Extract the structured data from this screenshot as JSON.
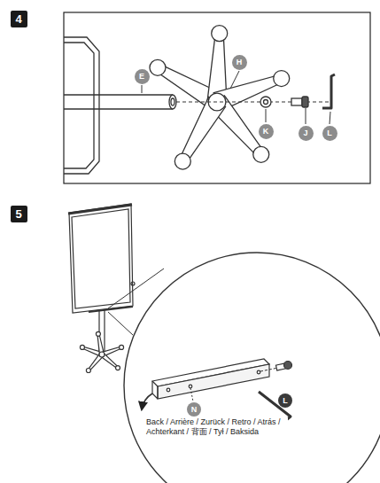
{
  "diagram": {
    "nodes": [
      {
        "text": [
          "4"
        ]
      },
      {
        "text": [
          "E"
        ]
      },
      {
        "text": [
          "H"
        ]
      },
      {
        "text": [
          "K"
        ]
      },
      {
        "text": [
          "J"
        ]
      },
      {
        "text": [
          "L"
        ]
      },
      {
        "text": [
          "5"
        ]
      },
      {
        "text": [
          "N"
        ]
      },
      {
        "text": [
          "L"
        ]
      }
    ],
    "labels": [
      "Back / Arrière / Zurück / Retro / Atrás / Achterkant / 背面 / Tył / Baksida"
    ]
  }
}
